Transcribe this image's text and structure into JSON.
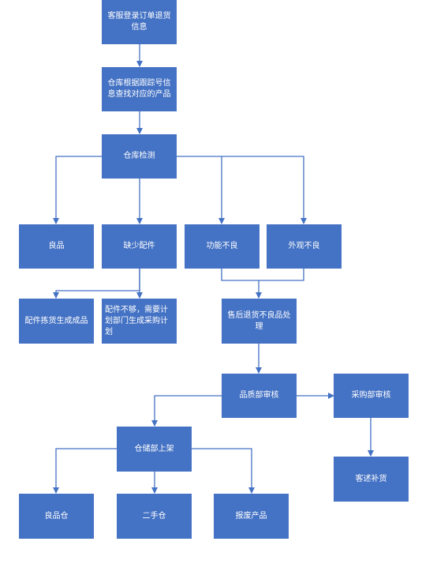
{
  "nodes": {
    "n1": "客服登录订单退货信息",
    "n2": "仓库根据跟踪号信息查找对应的产品",
    "n3": "仓库检测",
    "n4": "良品",
    "n5": "缺少配件",
    "n6": "功能不良",
    "n7": "外观不良",
    "n8": "配件拣货生成成品",
    "n9": "配件不够，需要计划部门生成采购计划",
    "n10": "售后退货不良品处理",
    "n11": "品质部审核",
    "n12": "采购部审核",
    "n13": "仓储部上架",
    "n14": "客述补货",
    "n15": "良品仓",
    "n16": "二手仓",
    "n17": "报废产品"
  },
  "colors": {
    "box_fill": "#4472C4",
    "line": "#4472C4",
    "text": "#FFFFFF"
  }
}
